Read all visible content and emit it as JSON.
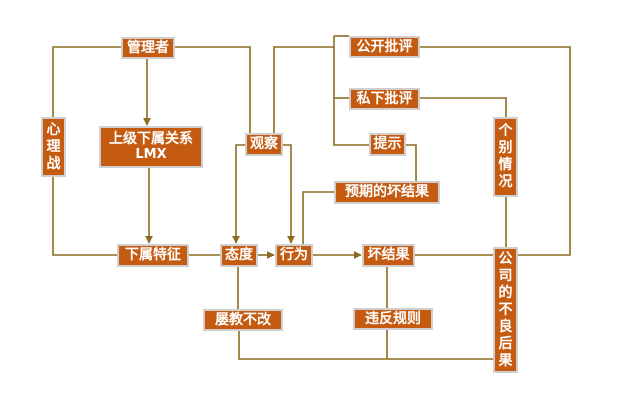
{
  "colors": {
    "node_fill": "#c55a11",
    "node_border": "#d0cece",
    "node_text": "#ffffff",
    "connector": "#8b6d1f"
  },
  "nodes": {
    "manager": "管理者",
    "psych_war": "心理战",
    "lmx_title": "上级下属关系",
    "lmx_sub": "LMX",
    "observe": "观察",
    "public_criticism": "公开批评",
    "private_criticism": "私下批评",
    "hint": "提示",
    "expected_bad_result": "预期的坏结果",
    "individual_case": "个别情况",
    "subordinate_traits": "下属特征",
    "attitude": "态度",
    "behavior": "行为",
    "bad_result": "坏结果",
    "company_bad_consequence": "公司的不良后果",
    "repeat_offense": "屡教不改",
    "rule_violation": "违反规则"
  }
}
